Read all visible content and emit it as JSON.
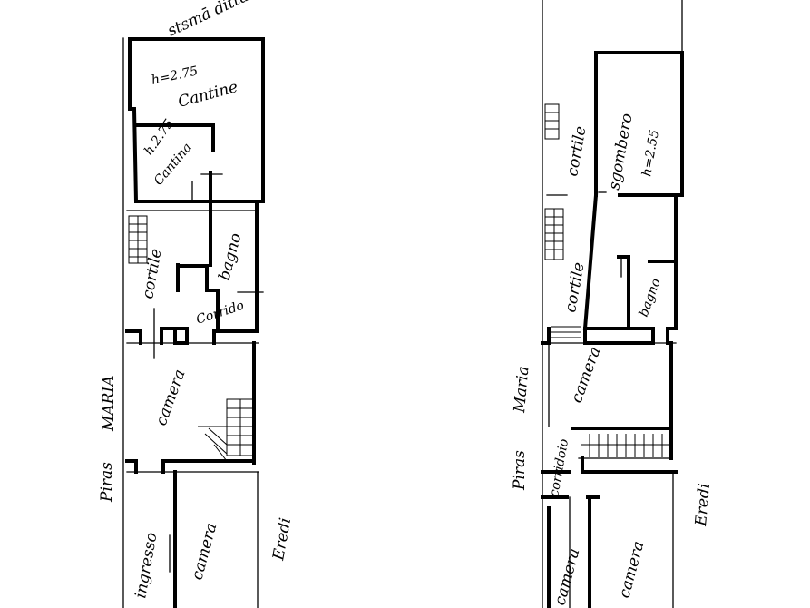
{
  "labels": {
    "left_top_neighbor": "stsmā ditta",
    "left_cantina_height": "h=2.75",
    "left_cantina": "Cantine",
    "left_small_height": "h.2.75",
    "left_small_cantina": "Cantina",
    "left_cortile": "cortile",
    "left_bagno": "bagno",
    "left_corridoio": "Corrido",
    "left_camera_mid": "camera",
    "left_neighbor_maria": "MARIA",
    "left_neighbor_piras": "Piras",
    "left_ingresso": "ingresso",
    "left_camera_bottom": "camera",
    "left_eredi": "Eredi",
    "right_cortile_top": "cortile",
    "right_sgombero": "sgombero",
    "right_sgombero_height": "h=2.55",
    "right_cortile_mid": "cortile",
    "right_bagno": "bagno",
    "right_maria": "Maria",
    "right_camera_mid": "camera",
    "right_piras": "Piras",
    "right_corridoio": "corridoio",
    "right_camera_bl": "camera",
    "right_camera_br": "camera",
    "right_eredi": "Eredi"
  }
}
